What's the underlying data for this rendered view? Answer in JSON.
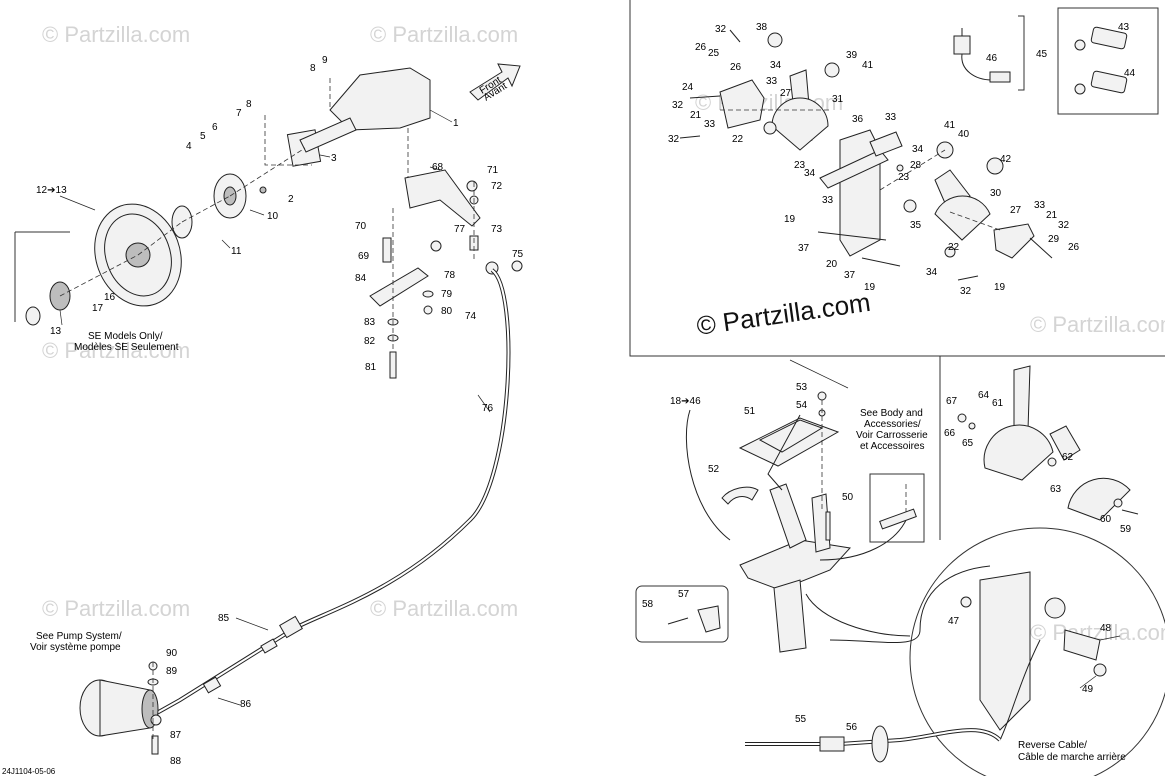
{
  "watermarks": {
    "small": "© Partzilla.com",
    "large": "© Partzilla.com"
  },
  "diagram_code": "24J1104-05-06",
  "notes": {
    "se_models": [
      "SE Models Only/",
      "Modèles SE Seulement"
    ],
    "front": [
      "Front",
      "Avant"
    ],
    "pump_system": [
      "See Pump System/",
      "Voir système pompe"
    ],
    "body_accessories": [
      "See Body and",
      "Accessories/",
      "Voir Carrosserie",
      "et Accessoires"
    ],
    "reverse_cable": [
      "Reverse Cable/",
      "Câble de marche arrière"
    ]
  },
  "range_labels": {
    "r12_13": "12➔13",
    "r18_46": "18➔46"
  },
  "callouts": {
    "c1": "1",
    "c2": "2",
    "c3": "3",
    "c4": "4",
    "c5": "5",
    "c6": "6",
    "c7": "7",
    "c8": "8",
    "c9": "9",
    "c10": "10",
    "c11": "11",
    "c13": "13",
    "c16": "16",
    "c17": "17",
    "c19a": "19",
    "c19b": "19",
    "c19c": "19",
    "c20": "20",
    "c21a": "21",
    "c21b": "21",
    "c22a": "22",
    "c22b": "22",
    "c23a": "23",
    "c23b": "23",
    "c24": "24",
    "c25": "25",
    "c26a": "26",
    "c26b": "26",
    "c26c": "26",
    "c27a": "27",
    "c27b": "27",
    "c28": "28",
    "c29": "29",
    "c30": "30",
    "c31": "31",
    "c32a": "32",
    "c32b": "32",
    "c32c": "32",
    "c32d": "32",
    "c32e": "32",
    "c33a": "33",
    "c33b": "33",
    "c33c": "33",
    "c33d": "33",
    "c34a": "34",
    "c34b": "34",
    "c34c": "34",
    "c34d": "34",
    "c35": "35",
    "c36": "36",
    "c37a": "37",
    "c37b": "37",
    "c38": "38",
    "c39": "39",
    "c40": "40",
    "c41a": "41",
    "c41b": "41",
    "c42": "42",
    "c43": "43",
    "c44": "44",
    "c45": "45",
    "c46": "46",
    "c47": "47",
    "c48": "48",
    "c49": "49",
    "c50": "50",
    "c51": "51",
    "c52": "52",
    "c53": "53",
    "c54": "54",
    "c55": "55",
    "c56": "56",
    "c57": "57",
    "c58": "58",
    "c59": "59",
    "c60": "60",
    "c61": "61",
    "c62": "62",
    "c63": "63",
    "c64": "64",
    "c65": "65",
    "c66": "66",
    "c67": "67",
    "c68": "68",
    "c69": "69",
    "c70": "70",
    "c71": "71",
    "c72": "72",
    "c73": "73",
    "c74": "74",
    "c75": "75",
    "c76": "76",
    "c77": "77",
    "c78": "78",
    "c79": "79",
    "c80": "80",
    "c81": "81",
    "c82": "82",
    "c83": "83",
    "c84": "84",
    "c85": "85",
    "c86": "86",
    "c87": "87",
    "c88": "88",
    "c89": "89",
    "c90": "90"
  }
}
